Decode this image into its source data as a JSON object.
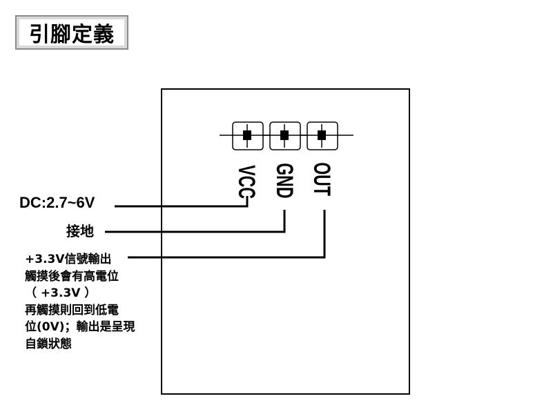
{
  "title": "引腳定義",
  "pins": {
    "vcc": "VCC",
    "gnd": "GND",
    "out": "OUT"
  },
  "labels": {
    "power": "DC:2.7~6V",
    "ground": "接地",
    "output_lines": [
      "+3.3V信號輸出",
      "觸摸後會有高電位",
      "（ +3.3V ）",
      "再觸摸則回到低電",
      "位(0V)；輸出是呈現",
      "自鎖狀態"
    ]
  },
  "colors": {
    "line": "#000000",
    "title_bg": "#d9d9d9",
    "title_border": "#8a8a8a"
  }
}
